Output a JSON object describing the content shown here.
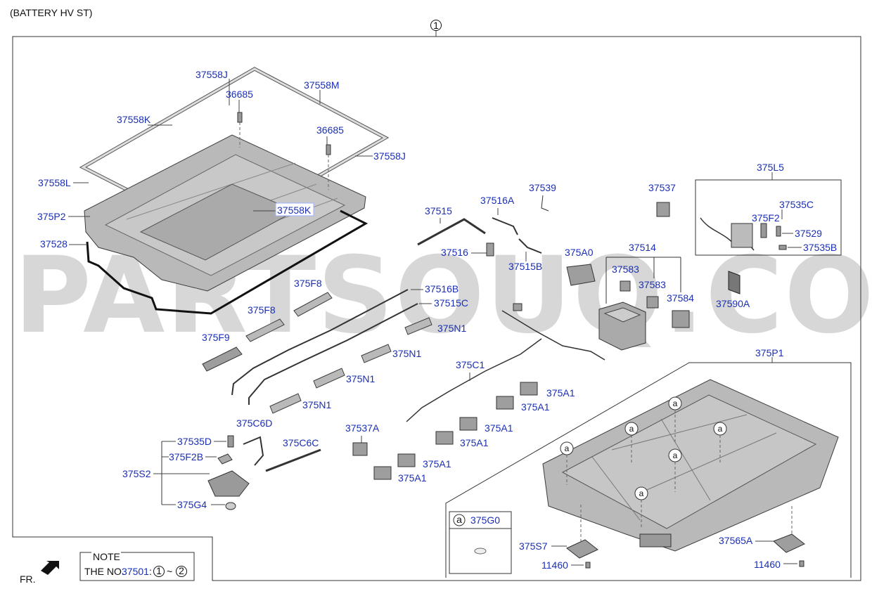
{
  "header": {
    "title": "(BATTERY HV ST)",
    "circle_no": "1"
  },
  "watermark": "PARTSOUQ.COM",
  "parts": {
    "p37558J_top": "37558J",
    "p37558M": "37558M",
    "p36685_a": "36685",
    "p37558K_a": "37558K",
    "p36685_b": "36685",
    "p37558J_right": "37558J",
    "p37558L": "37558L",
    "p375P2": "375P2",
    "p37558K_b": "37558K",
    "p37528": "37528",
    "p375L5": "375L5",
    "p37535C": "37535C",
    "p375F2": "375F2",
    "p37529": "37529",
    "p37535B": "37535B",
    "p37539": "37539",
    "p37537": "37537",
    "p37515": "37515",
    "p37516A": "37516A",
    "p37516": "37516",
    "p37515B": "37515B",
    "p375A0": "375A0",
    "p37514": "37514",
    "p37583_a": "37583",
    "p37583_b": "37583",
    "p37584": "37584",
    "p37590A": "37590A",
    "p375F8_a": "375F8",
    "p375F8_b": "375F8",
    "p37516B": "37516B",
    "p37515C": "37515C",
    "p375N1_a": "375N1",
    "p375F9": "375F9",
    "p375N1_b": "375N1",
    "p375N1_c": "375N1",
    "p375N1_d": "375N1",
    "p375C1": "375C1",
    "p375P1": "375P1",
    "p375A1_a": "375A1",
    "p375A1_b": "375A1",
    "p375A1_c": "375A1",
    "p375A1_d": "375A1",
    "p375A1_e": "375A1",
    "p375A1_f": "375A1",
    "p375C6D": "375C6D",
    "p37537A": "37537A",
    "p37535D": "37535D",
    "p375C6C": "375C6C",
    "p375F2B": "375F2B",
    "p375S2": "375S2",
    "p375G4": "375G4",
    "p375S7": "375S7",
    "p11460_a": "11460",
    "p37565A": "37565A",
    "p11460_b": "11460",
    "p375G0": "375G0"
  },
  "callout_letter": "a",
  "note": {
    "heading": "NOTE",
    "prefix": "THE NO.",
    "part": "37501",
    "sep": ":",
    "from": "1",
    "tilde": "~",
    "to": "2"
  },
  "front_label": "FR."
}
